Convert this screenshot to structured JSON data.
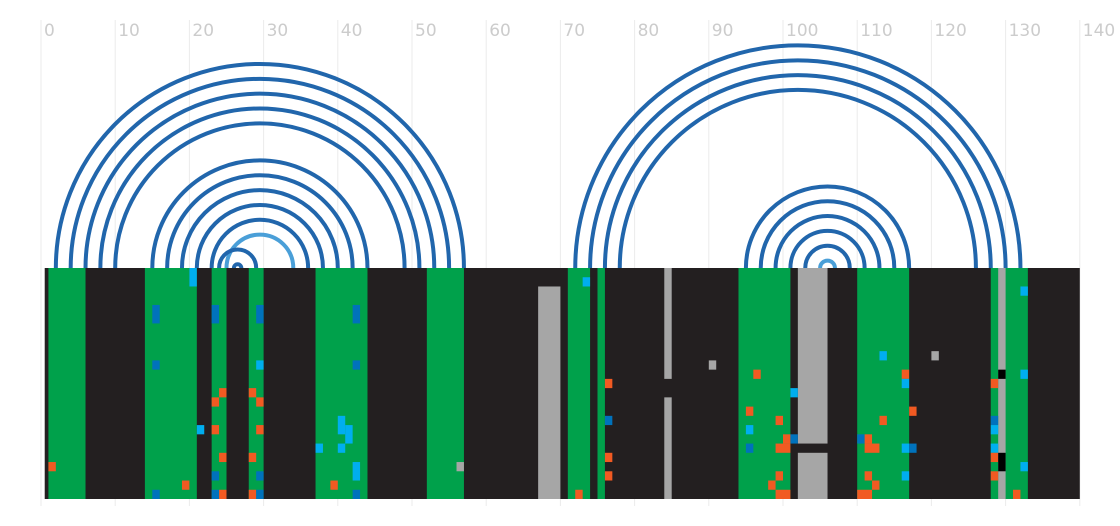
{
  "chart_data": {
    "type": "heatmap",
    "title": "",
    "xlabel": "",
    "ylabel": "",
    "xlim": [
      0,
      140
    ],
    "x_ticks": [
      0,
      10,
      20,
      30,
      40,
      50,
      60,
      70,
      80,
      90,
      100,
      110,
      120,
      130,
      140
    ],
    "x_tick_labels": [
      "0",
      "10",
      "20",
      "30",
      "40",
      "50",
      "60",
      "70",
      "80",
      "90",
      "100",
      "110",
      "120",
      "130",
      "140"
    ],
    "grid": true,
    "colors": {
      "background_strip": "#231f20",
      "paired_column": "#00a14b",
      "unpaired_grey": "#a6a6a6",
      "arc": "#2166ac",
      "arc_light": "#4a9fd8",
      "mark_orange": "#f15a22",
      "mark_cyan": "#00aeef",
      "mark_blue": "#0072bc",
      "mark_grey": "#a6a6a6",
      "mark_black": "#000000"
    },
    "arc_groups": [
      {
        "left": 2,
        "right": 57,
        "count": 5
      },
      {
        "left": 15,
        "right": 44,
        "count": 6
      },
      {
        "left": 24,
        "right": 29,
        "count": 2
      },
      {
        "left": 72,
        "right": 132,
        "count": 4
      },
      {
        "left": 95,
        "right": 117,
        "count": 6
      }
    ],
    "green_columns": [
      {
        "start": 1,
        "end": 6
      },
      {
        "start": 14,
        "end": 21
      },
      {
        "start": 23,
        "end": 25
      },
      {
        "start": 28,
        "end": 30
      },
      {
        "start": 37,
        "end": 44
      },
      {
        "start": 52,
        "end": 57
      },
      {
        "start": 71,
        "end": 74
      },
      {
        "start": 75,
        "end": 76
      },
      {
        "start": 94,
        "end": 101
      },
      {
        "start": 110,
        "end": 117
      },
      {
        "start": 128,
        "end": 133
      }
    ],
    "grey_columns": [
      {
        "start": 67,
        "end": 70,
        "row_start": 2,
        "row_end": 25
      },
      {
        "start": 84,
        "end": 85,
        "row_start": 0,
        "row_end": 12
      },
      {
        "start": 84,
        "end": 85,
        "row_start": 14,
        "row_end": 25
      },
      {
        "start": 102,
        "end": 106,
        "row_start": 0,
        "row_end": 19
      },
      {
        "start": 102,
        "end": 106,
        "row_start": 20,
        "row_end": 25
      },
      {
        "start": 129,
        "end": 130,
        "row_start": 0,
        "row_end": 25
      }
    ],
    "rows": 25,
    "cells": [
      {
        "x": 20,
        "y": 0,
        "c": "mark_cyan",
        "h": 2
      },
      {
        "x": 73,
        "y": 1,
        "c": "mark_cyan"
      },
      {
        "x": 132,
        "y": 2,
        "c": "mark_cyan"
      },
      {
        "x": 15,
        "y": 4,
        "c": "mark_blue",
        "h": 2
      },
      {
        "x": 23,
        "y": 4,
        "c": "mark_blue",
        "h": 2
      },
      {
        "x": 29,
        "y": 4,
        "c": "mark_blue",
        "h": 2
      },
      {
        "x": 42,
        "y": 4,
        "c": "mark_blue",
        "h": 2
      },
      {
        "x": 15,
        "y": 10,
        "c": "mark_blue"
      },
      {
        "x": 29,
        "y": 10,
        "c": "mark_cyan"
      },
      {
        "x": 42,
        "y": 10,
        "c": "mark_blue"
      },
      {
        "x": 90,
        "y": 10,
        "c": "mark_grey"
      },
      {
        "x": 113,
        "y": 9,
        "c": "mark_cyan"
      },
      {
        "x": 120,
        "y": 9,
        "c": "mark_grey"
      },
      {
        "x": 96,
        "y": 11,
        "c": "mark_orange"
      },
      {
        "x": 116,
        "y": 11,
        "c": "mark_orange"
      },
      {
        "x": 129,
        "y": 11,
        "c": "mark_black"
      },
      {
        "x": 132,
        "y": 11,
        "c": "mark_cyan"
      },
      {
        "x": 76,
        "y": 12,
        "c": "mark_orange"
      },
      {
        "x": 116,
        "y": 12,
        "c": "mark_cyan"
      },
      {
        "x": 128,
        "y": 12,
        "c": "mark_orange"
      },
      {
        "x": 24,
        "y": 13,
        "c": "mark_orange"
      },
      {
        "x": 28,
        "y": 13,
        "c": "mark_orange"
      },
      {
        "x": 101,
        "y": 13,
        "c": "mark_cyan"
      },
      {
        "x": 23,
        "y": 14,
        "c": "mark_orange"
      },
      {
        "x": 29,
        "y": 14,
        "c": "mark_orange"
      },
      {
        "x": 95,
        "y": 15,
        "c": "mark_orange"
      },
      {
        "x": 117,
        "y": 15,
        "c": "mark_orange"
      },
      {
        "x": 76,
        "y": 16,
        "c": "mark_blue"
      },
      {
        "x": 40,
        "y": 16,
        "c": "mark_cyan",
        "h": 2
      },
      {
        "x": 99,
        "y": 16,
        "c": "mark_orange"
      },
      {
        "x": 113,
        "y": 16,
        "c": "mark_orange"
      },
      {
        "x": 128,
        "y": 16,
        "c": "mark_blue"
      },
      {
        "x": 21,
        "y": 17,
        "c": "mark_cyan"
      },
      {
        "x": 23,
        "y": 17,
        "c": "mark_orange"
      },
      {
        "x": 29,
        "y": 17,
        "c": "mark_orange"
      },
      {
        "x": 41,
        "y": 17,
        "c": "mark_cyan",
        "h": 2
      },
      {
        "x": 95,
        "y": 17,
        "c": "mark_cyan"
      },
      {
        "x": 128,
        "y": 17,
        "c": "mark_cyan"
      },
      {
        "x": 100,
        "y": 18,
        "c": "mark_orange"
      },
      {
        "x": 101,
        "y": 18,
        "c": "mark_blue"
      },
      {
        "x": 110,
        "y": 18,
        "c": "mark_blue"
      },
      {
        "x": 111,
        "y": 18,
        "c": "mark_orange"
      },
      {
        "x": 37,
        "y": 19,
        "c": "mark_cyan"
      },
      {
        "x": 40,
        "y": 19,
        "c": "mark_cyan"
      },
      {
        "x": 95,
        "y": 19,
        "c": "mark_blue"
      },
      {
        "x": 99,
        "y": 19,
        "c": "mark_orange",
        "w": 2
      },
      {
        "x": 111,
        "y": 19,
        "c": "mark_orange",
        "w": 2
      },
      {
        "x": 116,
        "y": 19,
        "c": "mark_cyan"
      },
      {
        "x": 117,
        "y": 19,
        "c": "mark_blue"
      },
      {
        "x": 128,
        "y": 19,
        "c": "mark_cyan"
      },
      {
        "x": 24,
        "y": 20,
        "c": "mark_orange"
      },
      {
        "x": 28,
        "y": 20,
        "c": "mark_orange"
      },
      {
        "x": 76,
        "y": 20,
        "c": "mark_orange"
      },
      {
        "x": 128,
        "y": 20,
        "c": "mark_orange"
      },
      {
        "x": 129,
        "y": 20,
        "c": "mark_black",
        "h": 2
      },
      {
        "x": 1,
        "y": 21,
        "c": "mark_orange"
      },
      {
        "x": 42,
        "y": 21,
        "c": "mark_cyan",
        "h": 2
      },
      {
        "x": 56,
        "y": 21,
        "c": "mark_grey"
      },
      {
        "x": 132,
        "y": 21,
        "c": "mark_cyan"
      },
      {
        "x": 23,
        "y": 22,
        "c": "mark_blue"
      },
      {
        "x": 29,
        "y": 22,
        "c": "mark_blue"
      },
      {
        "x": 76,
        "y": 22,
        "c": "mark_orange"
      },
      {
        "x": 99,
        "y": 22,
        "c": "mark_orange"
      },
      {
        "x": 111,
        "y": 22,
        "c": "mark_orange"
      },
      {
        "x": 116,
        "y": 22,
        "c": "mark_cyan"
      },
      {
        "x": 128,
        "y": 22,
        "c": "mark_orange"
      },
      {
        "x": 19,
        "y": 23,
        "c": "mark_orange"
      },
      {
        "x": 39,
        "y": 23,
        "c": "mark_orange"
      },
      {
        "x": 98,
        "y": 23,
        "c": "mark_orange"
      },
      {
        "x": 112,
        "y": 23,
        "c": "mark_orange"
      },
      {
        "x": 15,
        "y": 24,
        "c": "mark_blue"
      },
      {
        "x": 23,
        "y": 24,
        "c": "mark_blue"
      },
      {
        "x": 24,
        "y": 24,
        "c": "mark_orange"
      },
      {
        "x": 28,
        "y": 24,
        "c": "mark_orange"
      },
      {
        "x": 29,
        "y": 24,
        "c": "mark_blue"
      },
      {
        "x": 42,
        "y": 24,
        "c": "mark_blue"
      },
      {
        "x": 72,
        "y": 24,
        "c": "mark_orange"
      },
      {
        "x": 99,
        "y": 24,
        "c": "mark_orange",
        "w": 2
      },
      {
        "x": 110,
        "y": 24,
        "c": "mark_orange",
        "w": 2
      },
      {
        "x": 131,
        "y": 24,
        "c": "mark_orange"
      }
    ]
  }
}
